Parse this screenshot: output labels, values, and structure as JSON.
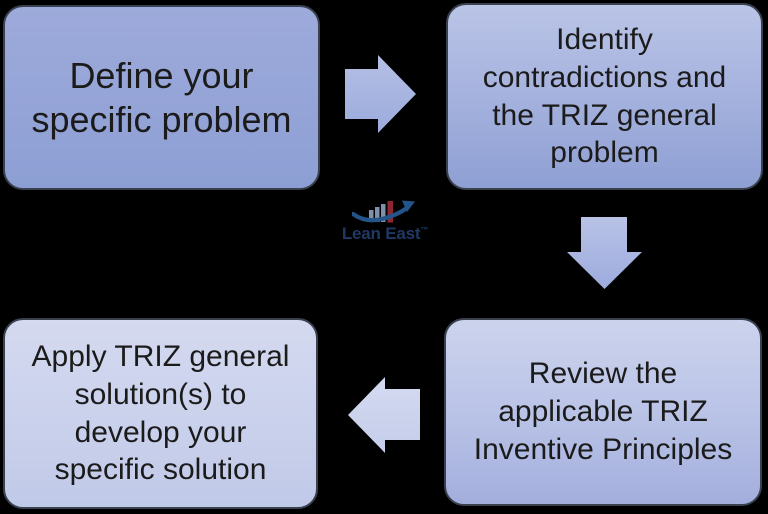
{
  "diagram": {
    "steps": [
      {
        "id": 1,
        "label": "Define your\nspecific problem"
      },
      {
        "id": 2,
        "label": "Identify\ncontradictions and\nthe TRIZ general\nproblem"
      },
      {
        "id": 3,
        "label": "Review the\napplicable TRIZ\nInventive Principles"
      },
      {
        "id": 4,
        "label": "Apply TRIZ general\nsolution(s) to\ndevelop your\nspecific solution"
      }
    ],
    "connectors": [
      {
        "name": "arrow-right",
        "direction": "right"
      },
      {
        "name": "arrow-down",
        "direction": "down"
      },
      {
        "name": "arrow-left",
        "direction": "left"
      }
    ]
  },
  "logo": {
    "text": "Lean East",
    "trademark": "™",
    "icon": "bar-chart-growth-arrow-icon"
  },
  "colors": {
    "background": "#000000",
    "box_border": "#39404e",
    "text": "#1b1b1b",
    "box1_gradient_top": "#9daada",
    "box1_gradient_bottom": "#8c9fd4",
    "box2_gradient_top": "#bac4e6",
    "box2_gradient_bottom": "#8e9fd3",
    "box3_gradient_top": "#ccd3ed",
    "box3_gradient_bottom": "#a3aedd",
    "box4_gradient_top": "#d4d9ef",
    "box4_gradient_bottom": "#c0c9e8",
    "arrow_right_fill": "#aab6e1",
    "arrow_down_fill": "#aab6e1",
    "arrow_left_fill": "#cfd6ee",
    "logo_text": "#1f3864",
    "logo_arrow": "#24558a",
    "logo_bar_gray": "#7e90ac",
    "logo_bar_red": "#8f2433"
  }
}
